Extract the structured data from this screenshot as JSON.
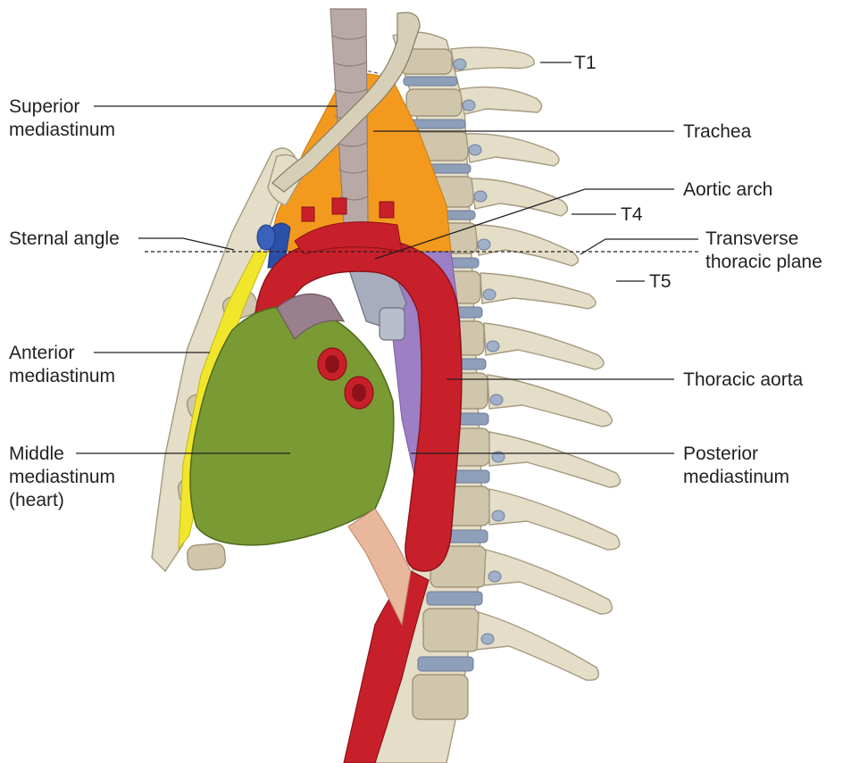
{
  "labels": {
    "superior_mediastinum": [
      "Superior",
      "mediastinum"
    ],
    "sternal_angle": "Sternal angle",
    "anterior_mediastinum": [
      "Anterior",
      "mediastinum"
    ],
    "middle_mediastinum": [
      "Middle",
      "mediastinum",
      "(heart)"
    ],
    "t1": "T1",
    "trachea": "Trachea",
    "aortic_arch": "Aortic arch",
    "t4": "T4",
    "transverse_thoracic_plane": [
      "Transverse",
      "thoracic plane"
    ],
    "t5": "T5",
    "thoracic_aorta": "Thoracic aorta",
    "posterior_mediastinum": [
      "Posterior",
      "mediastinum"
    ]
  },
  "colors": {
    "superior_mediastinum": "#f39a1e",
    "anterior_mediastinum": "#f1e62b",
    "middle_mediastinum_heart": "#7a9a34",
    "posterior_mediastinum": "#9c7fc4",
    "aorta": "#c8202a",
    "vein": "#2a50a8",
    "bone": "#e4ddc8",
    "intervertebral_disc": "#8e9fba",
    "trachea": "#b9a9a6"
  }
}
